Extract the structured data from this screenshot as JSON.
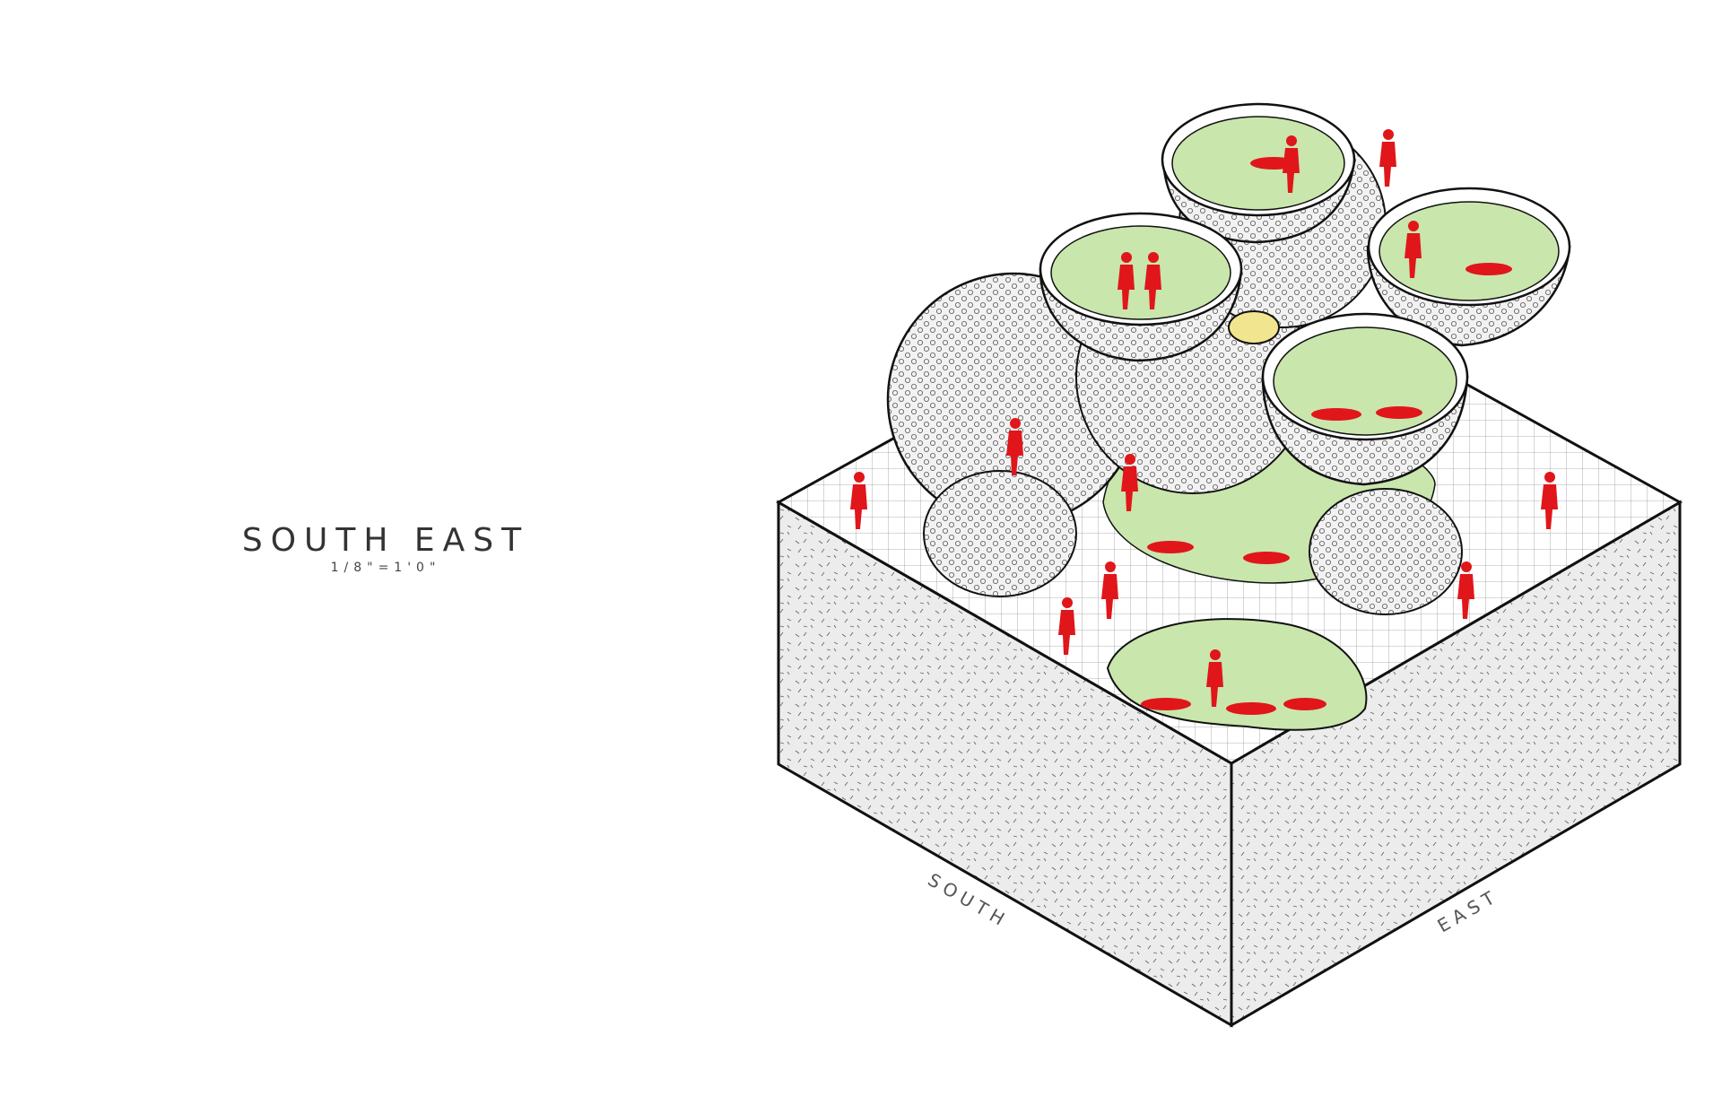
{
  "drawing": {
    "title": "SOUTH EAST",
    "scale": "1/8\"=1'0\"",
    "south_label": "SOUTH",
    "east_label": "EAST"
  },
  "colors": {
    "green": "#c9e6ac",
    "figure_red": "#e0161b",
    "hatch_gray": "#ececec",
    "outline": "#111111",
    "oculus_yellow": "#f2e58f"
  }
}
